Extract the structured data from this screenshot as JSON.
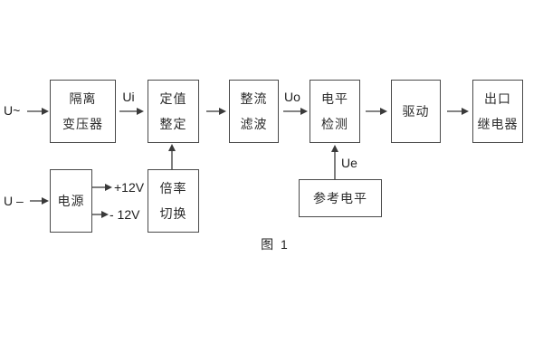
{
  "figure": {
    "caption": "图 1"
  },
  "colors": {
    "background": "#ffffff",
    "line": "#3a3a3a",
    "box_border": "#4a4a4a",
    "text": "#2b2b2b"
  },
  "labels": {
    "ac_input": "U~",
    "dc_input": "U –",
    "ui": "Ui",
    "uo": "Uo",
    "ue": "Ue",
    "plus_12v": "+12V",
    "minus_12v": "- 12V"
  },
  "blocks": {
    "isolation_transformer": {
      "line1": "隔离",
      "line2": "变压器"
    },
    "setting_adjustment": {
      "line1": "定值",
      "line2": "整定"
    },
    "rectifier_filter": {
      "line1": "整流",
      "line2": "滤波"
    },
    "level_detection": {
      "line1": "电平",
      "line2": "检测"
    },
    "driver": {
      "line1": "驱动"
    },
    "output_relay": {
      "line1": "出口",
      "line2": "继电器"
    },
    "power_supply": {
      "line1": "电源"
    },
    "ratio_switching": {
      "line1": "倍率",
      "line2": "切换"
    },
    "reference_level": {
      "line1": "参考电平"
    }
  }
}
